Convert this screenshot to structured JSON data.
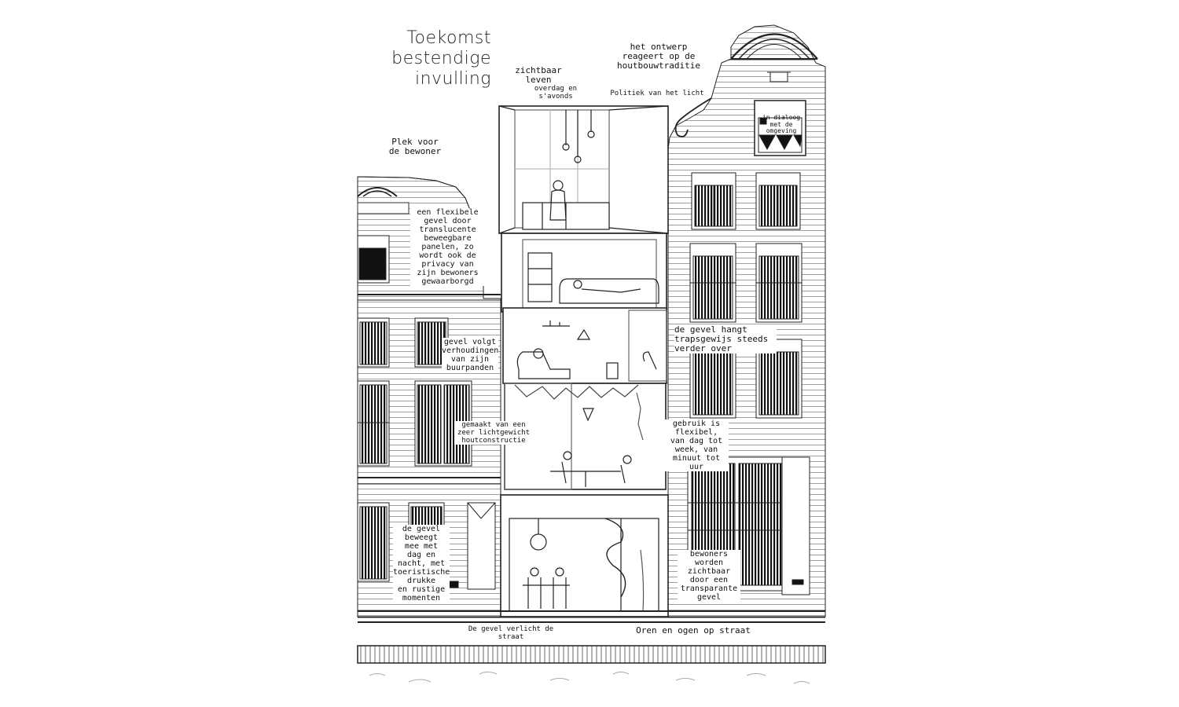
{
  "title": "Toekomst\nbestendige\ninvulling",
  "annotations": {
    "zichtbaar_leven": "zichtbaar\nleven",
    "overdag": "overdag en\ns'avonds",
    "ontwerp": "het ontwerp\nreageert op de\nhoutbouwtraditie",
    "politiek": "Politiek van het licht",
    "dialoog": "in dialoog\nmet de\nomgeving",
    "plek": "Plek voor\nde bewoner",
    "flexibele_gevel": "een flexibele\ngevel door\ntranslucente\nbeweegbare\npanelen, zo\nwordt ook de\nprivacy van\nzijn bewoners\ngewaarborgd",
    "gevel_volgt": "gevel volgt\nverhoudingen\nvan zijn\nbuurpanden",
    "gevel_hangt": "de gevel hangt\ntrapsgewijs steeds\nverder over",
    "gemaakt": "gemaakt van een\nzeer lichtgewicht\nhoutconstructie",
    "gebruik": "gebruik is\nflexibel,\nvan dag tot\nweek, van\nminuut tot\nuur",
    "beweegt": "de gevel\nbeweegt\nmee met\ndag en\nnacht, met\ntoeristische\ndrukke\nen rustige\nmomenten",
    "bewoners": "bewoners\nworden\nzichtbaar\ndoor een\ntransparante\ngevel",
    "verlicht": "De gevel verlicht de\nstraat",
    "oren": "Oren en ogen op straat"
  }
}
